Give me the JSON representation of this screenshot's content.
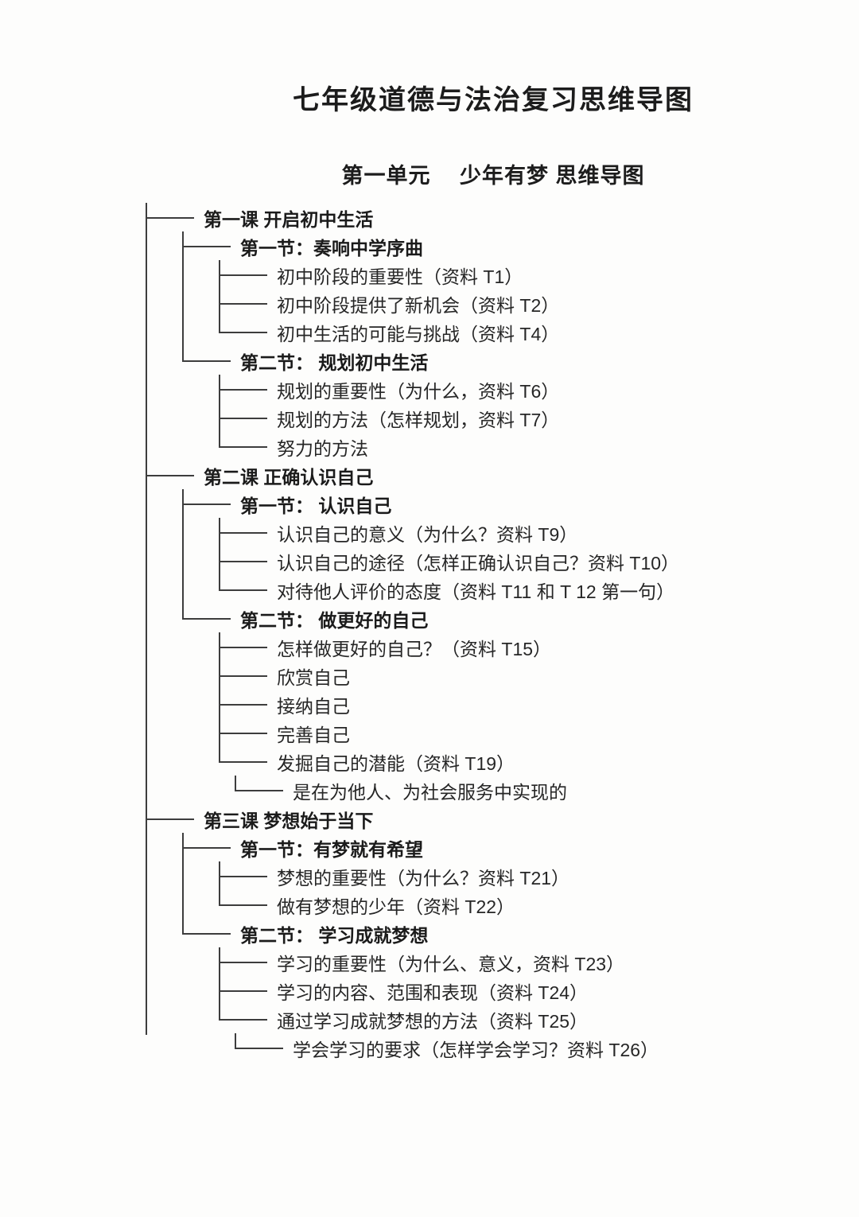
{
  "page": {
    "title": "七年级道德与法治复习思维导图",
    "subtitle": "第一单元　 少年有梦 思维导图"
  },
  "tree": {
    "lines": [
      {
        "prefix": [
          "branch"
        ],
        "text": "第一课  开启初中生活",
        "bold": true
      },
      {
        "prefix": [
          "bar",
          "branch"
        ],
        "text": "第一节：奏响中学序曲",
        "bold": true
      },
      {
        "prefix": [
          "bar",
          "bar",
          "branch"
        ],
        "text": "初中阶段的重要性（资料 T1）",
        "bold": false
      },
      {
        "prefix": [
          "bar",
          "bar",
          "branch"
        ],
        "text": "初中阶段提供了新机会（资料 T2）",
        "bold": false
      },
      {
        "prefix": [
          "bar",
          "bar",
          "last"
        ],
        "text": "初中生活的可能与挑战（资料 T4）",
        "bold": false
      },
      {
        "prefix": [
          "bar",
          "last"
        ],
        "text": "第二节： 规划初中生活",
        "bold": true
      },
      {
        "prefix": [
          "bar",
          "space",
          "branch"
        ],
        "text": "规划的重要性（为什么，资料 T6）",
        "bold": false
      },
      {
        "prefix": [
          "bar",
          "space",
          "branch"
        ],
        "text": "规划的方法（怎样规划，资料 T7）",
        "bold": false
      },
      {
        "prefix": [
          "bar",
          "space",
          "last"
        ],
        "text": "努力的方法",
        "bold": false
      },
      {
        "prefix": [
          "branch"
        ],
        "text": "第二课  正确认识自己",
        "bold": true
      },
      {
        "prefix": [
          "bar",
          "branch"
        ],
        "text": "第一节：  认识自己",
        "bold": true
      },
      {
        "prefix": [
          "bar",
          "bar",
          "branch"
        ],
        "text": "认识自己的意义（为什么？资料 T9）",
        "bold": false
      },
      {
        "prefix": [
          "bar",
          "bar",
          "branch"
        ],
        "text": "认识自己的途径（怎样正确认识自己？资料 T10）",
        "bold": false
      },
      {
        "prefix": [
          "bar",
          "bar",
          "last"
        ],
        "text": "对待他人评价的态度（资料 T11 和 T 12 第一句）",
        "bold": false
      },
      {
        "prefix": [
          "bar",
          "last"
        ],
        "text": "第二节：  做更好的自己",
        "bold": true
      },
      {
        "prefix": [
          "bar",
          "space",
          "branch"
        ],
        "text": "怎样做更好的自己？（资料 T15）",
        "bold": false
      },
      {
        "prefix": [
          "bar",
          "space",
          "branch"
        ],
        "text": "欣赏自己",
        "bold": false
      },
      {
        "prefix": [
          "bar",
          "space",
          "branch"
        ],
        "text": "接纳自己",
        "bold": false
      },
      {
        "prefix": [
          "bar",
          "space",
          "branch"
        ],
        "text": "完善自己",
        "bold": false
      },
      {
        "prefix": [
          "bar",
          "space",
          "last"
        ],
        "text": "发掘自己的潜能（资料 T19）",
        "bold": false
      },
      {
        "prefix": [
          "bar",
          "space",
          "gap",
          "last"
        ],
        "text": "是在为他人、为社会服务中实现的",
        "bold": false
      },
      {
        "prefix": [
          "branch"
        ],
        "text": "第三课  梦想始于当下",
        "bold": true
      },
      {
        "prefix": [
          "bar",
          "branch"
        ],
        "text": "第一节：有梦就有希望",
        "bold": true
      },
      {
        "prefix": [
          "bar",
          "bar",
          "branch"
        ],
        "text": "梦想的重要性（为什么？资料 T21）",
        "bold": false
      },
      {
        "prefix": [
          "bar",
          "bar",
          "last"
        ],
        "text": "做有梦想的少年（资料 T22）",
        "bold": false
      },
      {
        "prefix": [
          "bar",
          "last"
        ],
        "text": "第二节：  学习成就梦想",
        "bold": true
      },
      {
        "prefix": [
          "bar",
          "space",
          "branch"
        ],
        "text": "学习的重要性（为什么、意义，资料 T23）",
        "bold": false
      },
      {
        "prefix": [
          "bar",
          "space",
          "branch"
        ],
        "text": "学习的内容、范围和表现（资料 T24）",
        "bold": false
      },
      {
        "prefix": [
          "bar",
          "space",
          "last"
        ],
        "text": "通过学习成就梦想的方法（资料 T25）",
        "bold": false
      },
      {
        "prefix": [
          "space",
          "space",
          "gap",
          "last"
        ],
        "text": "学会学习的要求（怎样学会学习？资料 T26）",
        "bold": false
      }
    ]
  }
}
